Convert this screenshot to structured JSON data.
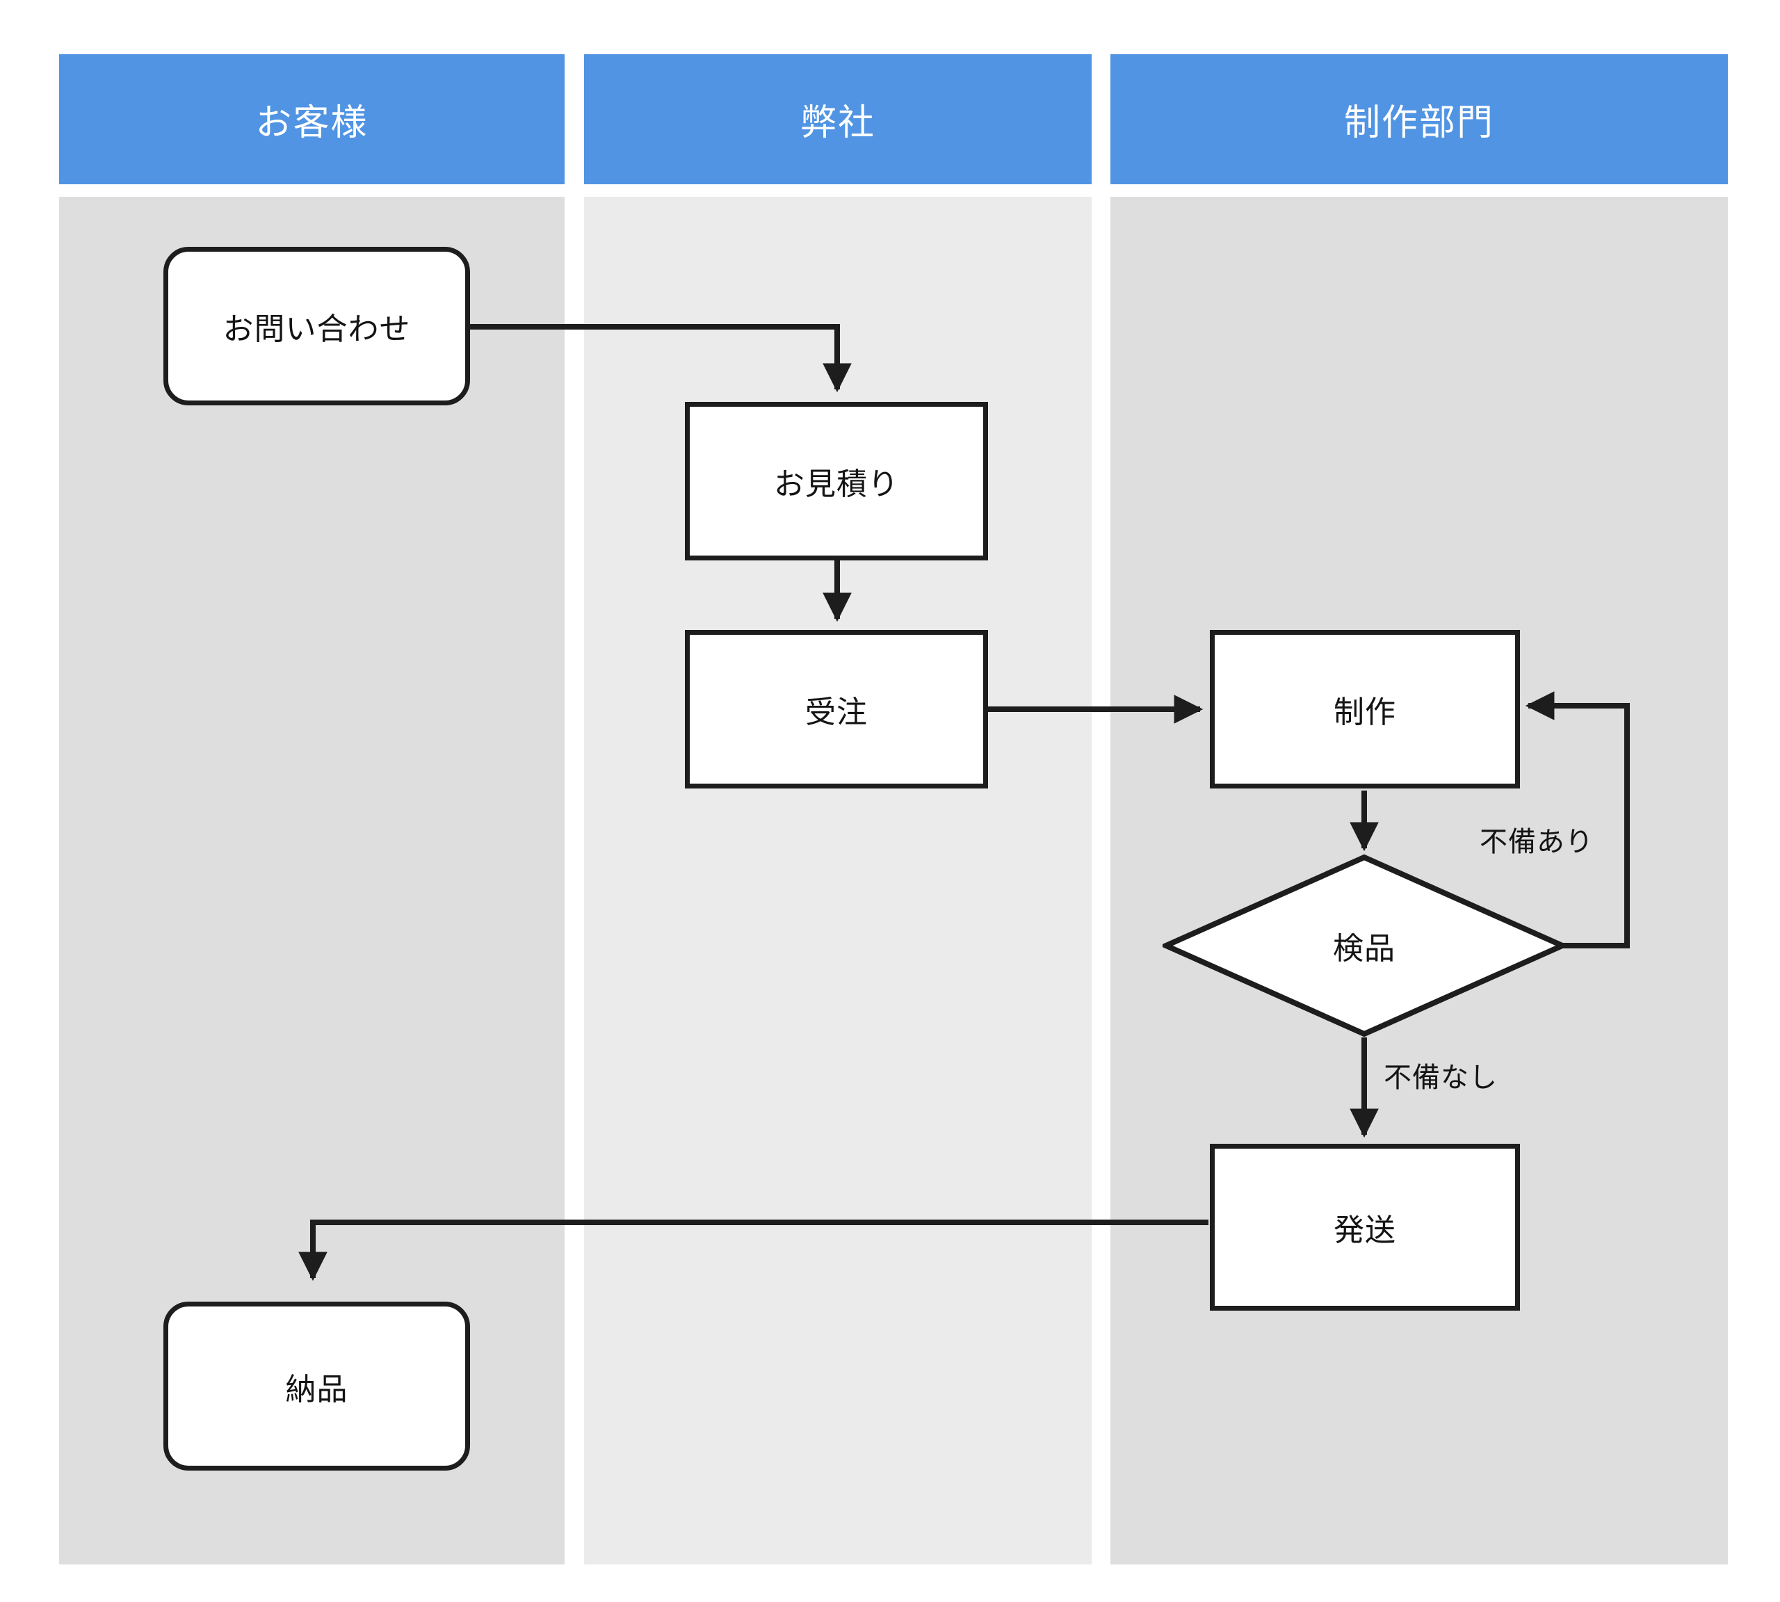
{
  "diagram": {
    "type": "swimlane-flowchart",
    "title": "",
    "colors": {
      "lane_header_bg": "#5094e3",
      "lane_header_text": "#ffffff",
      "lane_body_customer": "#dedede",
      "lane_body_company": "#ebebeb",
      "lane_body_production": "#dedede",
      "node_fill": "#ffffff",
      "node_stroke": "#1d1d1d",
      "edge_stroke": "#1d1d1d",
      "text": "#141414",
      "page_bg": "#ffffff"
    },
    "lanes": [
      {
        "id": "customer",
        "label": "お客様"
      },
      {
        "id": "company",
        "label": "弊社"
      },
      {
        "id": "production",
        "label": "制作部門"
      }
    ],
    "nodes": [
      {
        "id": "inquiry",
        "label": "お問い合わせ",
        "shape": "rounded-rectangle",
        "lane": "customer"
      },
      {
        "id": "quote",
        "label": "お見積り",
        "shape": "rectangle",
        "lane": "company"
      },
      {
        "id": "order",
        "label": "受注",
        "shape": "rectangle",
        "lane": "company"
      },
      {
        "id": "produce",
        "label": "制作",
        "shape": "rectangle",
        "lane": "production"
      },
      {
        "id": "inspection",
        "label": "検品",
        "shape": "diamond",
        "lane": "production"
      },
      {
        "id": "shipping",
        "label": "発送",
        "shape": "rectangle",
        "lane": "production"
      },
      {
        "id": "delivery",
        "label": "納品",
        "shape": "rounded-rectangle",
        "lane": "customer"
      }
    ],
    "edges": [
      {
        "id": "e1",
        "from": "inquiry",
        "to": "quote",
        "label": ""
      },
      {
        "id": "e2",
        "from": "quote",
        "to": "order",
        "label": ""
      },
      {
        "id": "e3",
        "from": "order",
        "to": "produce",
        "label": ""
      },
      {
        "id": "e4",
        "from": "produce",
        "to": "inspection",
        "label": ""
      },
      {
        "id": "e5",
        "from": "inspection",
        "to": "produce",
        "label": "不備あり"
      },
      {
        "id": "e6",
        "from": "inspection",
        "to": "shipping",
        "label": "不備なし"
      },
      {
        "id": "e7",
        "from": "shipping",
        "to": "delivery",
        "label": ""
      }
    ],
    "edge_labels": {
      "defect_yes": "不備あり",
      "defect_no": "不備なし"
    }
  }
}
